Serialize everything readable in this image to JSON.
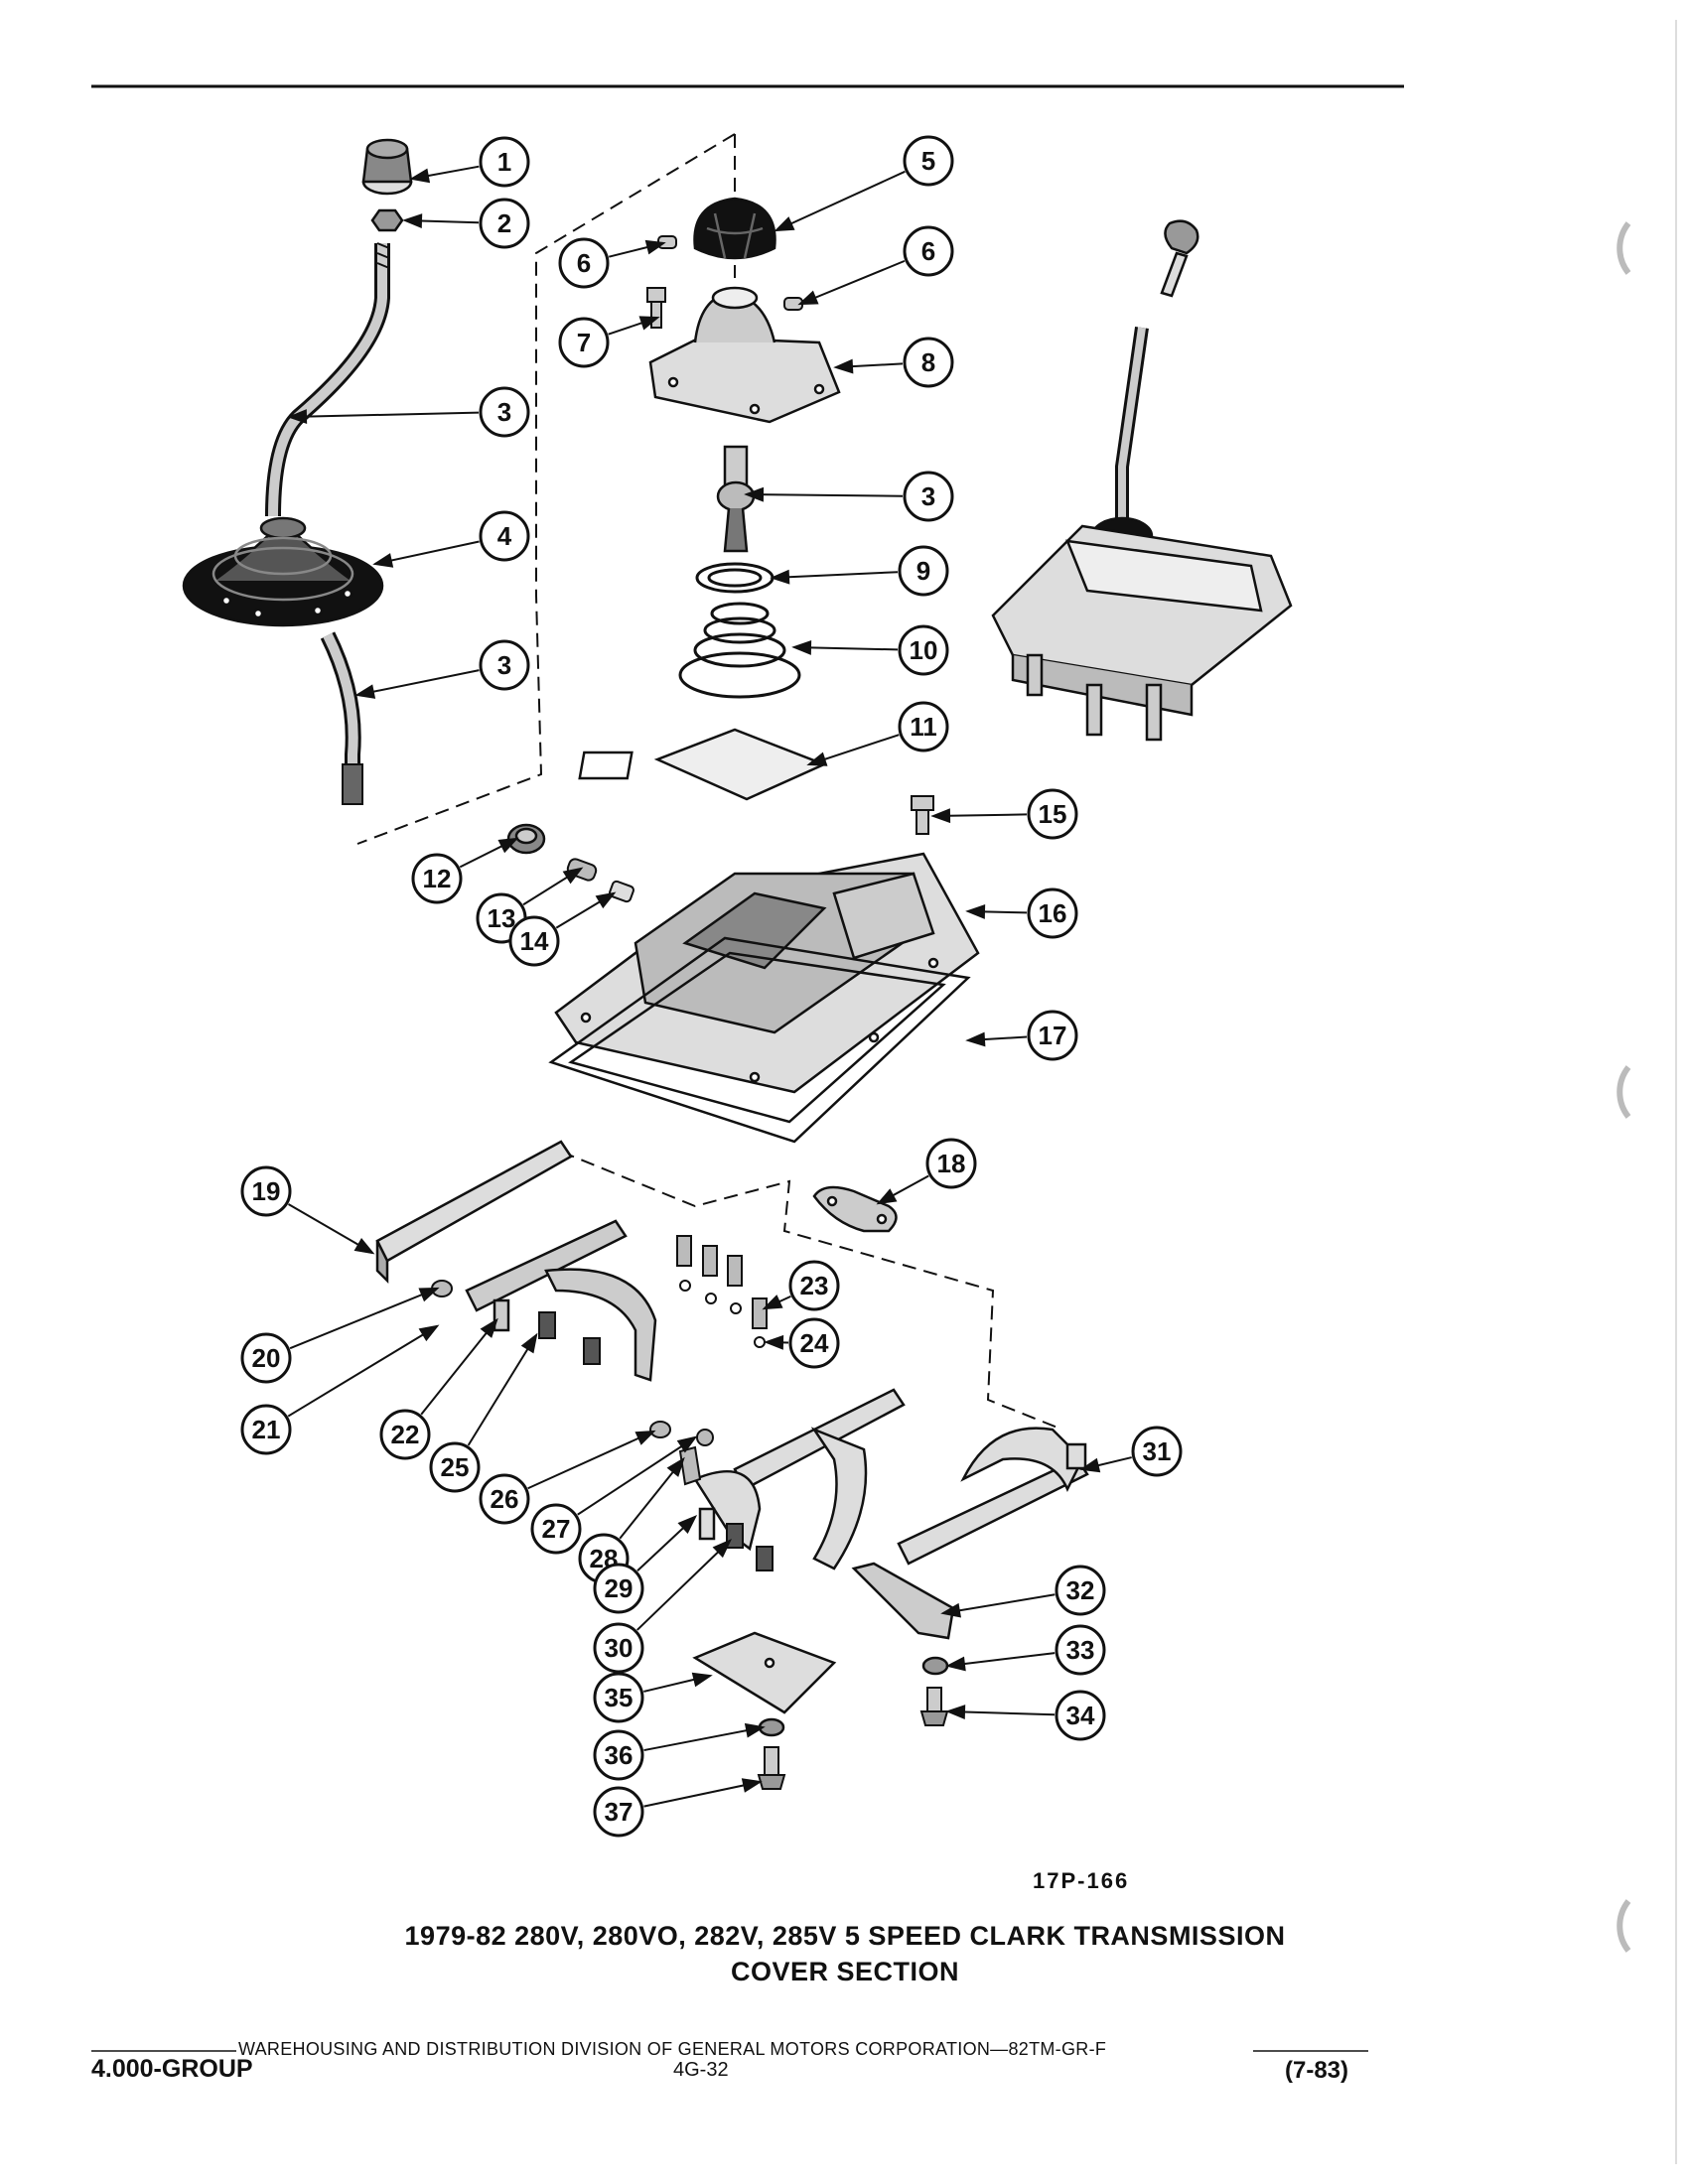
{
  "callouts": [
    "1",
    "2",
    "3",
    "6",
    "7",
    "5",
    "6",
    "8",
    "3",
    "4",
    "3",
    "9",
    "10",
    "11",
    "15",
    "12",
    "13",
    "14",
    "16",
    "17",
    "18",
    "19",
    "23",
    "24",
    "20",
    "21",
    "22",
    "25",
    "26",
    "27",
    "28",
    "31",
    "29",
    "30",
    "32",
    "33",
    "34",
    "35",
    "36",
    "37"
  ],
  "figure_code": "17P-166",
  "caption": {
    "line1": "1979-82 280V, 280VO, 282V, 285V 5 SPEED CLARK TRANSMISSION",
    "line2": "COVER SECTION"
  },
  "footer": {
    "org": "WAREHOUSING AND DISTRIBUTION  DIVISION OF GENERAL MOTORS CORPORATION—82TM-GR-F",
    "group": "4.000-GROUP",
    "page": "4G-32",
    "date": "(7-83)"
  },
  "colors": {
    "ink": "#111111",
    "paper": "#ffffff"
  }
}
